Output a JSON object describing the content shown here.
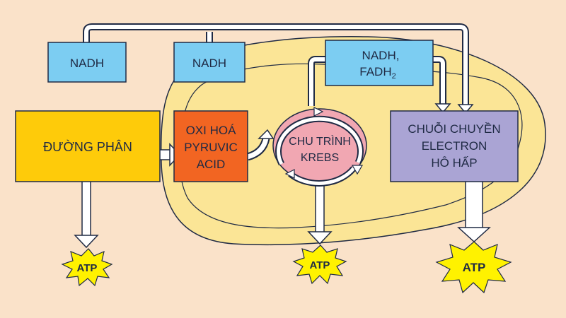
{
  "colors": {
    "background": "#fae2c9",
    "mitochondrion": "#fbe596",
    "nadh_box": "#7ccdf2",
    "glycolysis_box": "#fecb0a",
    "pyruvate_box": "#f26522",
    "krebs_circle": "#f1a7b2",
    "etc_box": "#aaa4d4",
    "atp_star": "#fff200",
    "outline": "#1f2a44"
  },
  "nadh_boxes": {
    "glycolysis": "NADH",
    "pyruvate": "NADH",
    "krebs_line1": "NADH,",
    "krebs_line2": "FADH",
    "krebs_subscript": "2"
  },
  "stages": {
    "glycolysis": "ĐƯỜNG PHÂN",
    "pyruvate_line1": "OXI HOÁ",
    "pyruvate_line2": "PYRUVIC",
    "pyruvate_line3": "ACID",
    "krebs_line1": "CHU TRÌNH",
    "krebs_line2": "KREBS",
    "etc_line1": "CHUỖI CHUYỀN",
    "etc_line2": "ELECTRON",
    "etc_line3": "HÔ HẤP"
  },
  "atp": {
    "glycolysis": "ATP",
    "krebs": "ATP",
    "etc": "ATP"
  }
}
